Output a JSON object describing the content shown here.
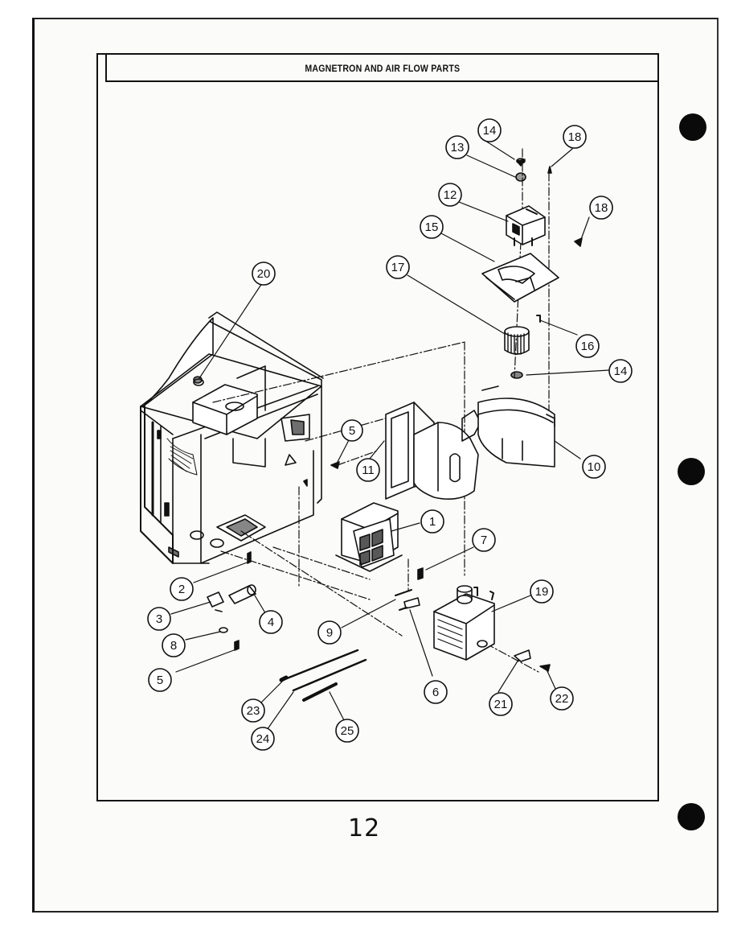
{
  "document": {
    "title": "MAGNETRON AND AIR FLOW PARTS",
    "page_number": "12"
  },
  "callouts": [
    {
      "id": "c1",
      "label": "1"
    },
    {
      "id": "c2",
      "label": "2"
    },
    {
      "id": "c3",
      "label": "3"
    },
    {
      "id": "c4",
      "label": "4"
    },
    {
      "id": "c5a",
      "label": "5"
    },
    {
      "id": "c5b",
      "label": "5"
    },
    {
      "id": "c6",
      "label": "6"
    },
    {
      "id": "c7",
      "label": "7"
    },
    {
      "id": "c8",
      "label": "8"
    },
    {
      "id": "c9",
      "label": "9"
    },
    {
      "id": "c10",
      "label": "10"
    },
    {
      "id": "c11",
      "label": "11"
    },
    {
      "id": "c12",
      "label": "12"
    },
    {
      "id": "c13",
      "label": "13"
    },
    {
      "id": "c14a",
      "label": "14"
    },
    {
      "id": "c14b",
      "label": "14"
    },
    {
      "id": "c15",
      "label": "15"
    },
    {
      "id": "c16",
      "label": "16"
    },
    {
      "id": "c17",
      "label": "17"
    },
    {
      "id": "c18a",
      "label": "18"
    },
    {
      "id": "c18b",
      "label": "18"
    },
    {
      "id": "c19",
      "label": "19"
    },
    {
      "id": "c20",
      "label": "20"
    },
    {
      "id": "c21",
      "label": "21"
    },
    {
      "id": "c22",
      "label": "22"
    },
    {
      "id": "c23",
      "label": "23"
    },
    {
      "id": "c24",
      "label": "24"
    },
    {
      "id": "c25",
      "label": "25"
    }
  ]
}
